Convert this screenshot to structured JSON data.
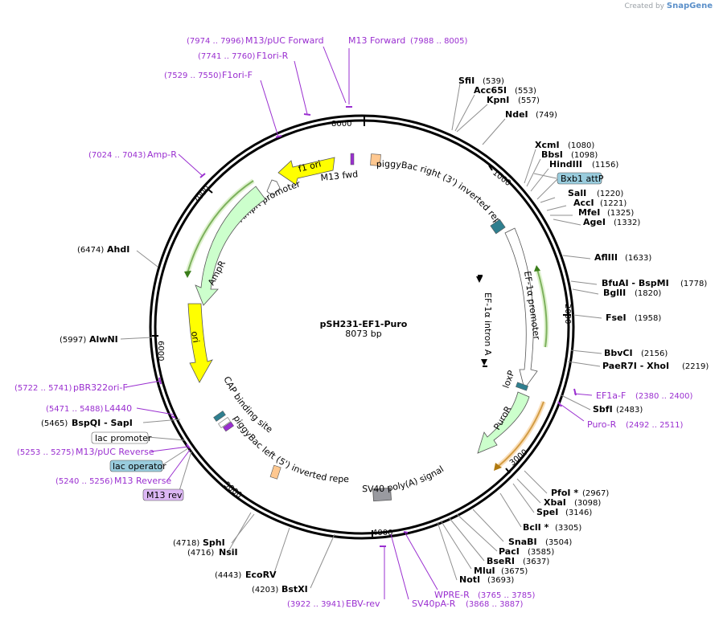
{
  "branding": {
    "created_by": "Created by",
    "product": "SnapGene"
  },
  "plasmid": {
    "name": "pSH231-EF1-Puro",
    "size": "8073 bp"
  },
  "scale_ticks": [
    "1000",
    "2000",
    "3000",
    "4000",
    "5000",
    "6000",
    "7000",
    "8000"
  ],
  "enzymes": [
    {
      "name": "SfiI",
      "pos": "(539)"
    },
    {
      "name": "Acc65I",
      "pos": "(553)"
    },
    {
      "name": "KpnI",
      "pos": "(557)"
    },
    {
      "name": "NdeI",
      "pos": "(749)"
    },
    {
      "name": "XcmI",
      "pos": "(1080)"
    },
    {
      "name": "BbsI",
      "pos": "(1098)"
    },
    {
      "name": "HindIII",
      "pos": "(1156)"
    },
    {
      "name": "SalI",
      "pos": "(1220)"
    },
    {
      "name": "AccI",
      "pos": "(1221)"
    },
    {
      "name": "MfeI",
      "pos": "(1325)"
    },
    {
      "name": "AgeI",
      "pos": "(1332)"
    },
    {
      "name": "AflIII",
      "pos": "(1633)"
    },
    {
      "name": "BfuAI - BspMI",
      "pos": "(1778)"
    },
    {
      "name": "BglII",
      "pos": "(1820)"
    },
    {
      "name": "FseI",
      "pos": "(1958)"
    },
    {
      "name": "BbvCI",
      "pos": "(2156)"
    },
    {
      "name": "PaeR7I - XhoI",
      "pos": "(2219)"
    },
    {
      "name": "SbfI",
      "pos": "(2483)"
    },
    {
      "name": "PfoI *",
      "pos": "(2967)"
    },
    {
      "name": "XbaI",
      "pos": "(3098)"
    },
    {
      "name": "SpeI",
      "pos": "(3146)"
    },
    {
      "name": "BclI *",
      "pos": "(3305)"
    },
    {
      "name": "SnaBI",
      "pos": "(3504)"
    },
    {
      "name": "PacI",
      "pos": "(3585)"
    },
    {
      "name": "BseRI",
      "pos": "(3637)"
    },
    {
      "name": "MluI",
      "pos": "(3675)"
    },
    {
      "name": "NotI",
      "pos": "(3693)"
    },
    {
      "name": "BstXI",
      "pos": "(4203)"
    },
    {
      "name": "EcoRV",
      "pos": "(4443)"
    },
    {
      "name": "NsiI",
      "pos": "(4716)"
    },
    {
      "name": "SphI",
      "pos": "(4718)"
    },
    {
      "name": "BspQI - SapI",
      "pos": "(5465)"
    },
    {
      "name": "AlwNI",
      "pos": "(5997)"
    },
    {
      "name": "AhdI",
      "pos": "(6474)"
    }
  ],
  "primers": [
    {
      "name": "M13/pUC Forward",
      "range": "(7974 .. 7996)"
    },
    {
      "name": "M13 Forward",
      "range": "(7988 .. 8005)"
    },
    {
      "name": "F1ori-R",
      "range": "(7741 .. 7760)"
    },
    {
      "name": "F1ori-F",
      "range": "(7529 .. 7550)"
    },
    {
      "name": "Amp-R",
      "range": "(7024 .. 7043)"
    },
    {
      "name": "pBR322ori-F",
      "range": "(5722 .. 5741)"
    },
    {
      "name": "L4440",
      "range": "(5471 .. 5488)"
    },
    {
      "name": "M13/pUC Reverse",
      "range": "(5253 .. 5275)"
    },
    {
      "name": "M13 Reverse",
      "range": "(5240 .. 5256)"
    },
    {
      "name": "EF1a-F",
      "range": "(2380 .. 2400)"
    },
    {
      "name": "Puro-R",
      "range": "(2492 .. 2511)"
    },
    {
      "name": "WPRE-R",
      "range": "(3765 .. 3785)"
    },
    {
      "name": "SV40pA-R",
      "range": "(3868 .. 3887)"
    },
    {
      "name": "EBV-rev",
      "range": "(3922 .. 3941)"
    }
  ],
  "boxed_features": [
    "Bxb1 attP",
    "lac promoter",
    "lac operator",
    "M13 rev"
  ],
  "features": {
    "f1_ori": "f1 ori",
    "m13_fwd": "M13 fwd",
    "ampr_promoter": "AmpR promoter",
    "ampr": "AmpR",
    "ori": "ori",
    "pb_right": "piggyBac right (3') inverted repeat",
    "ef1a_promoter": "EF-1α promoter",
    "ef1a_intron": "EF-1α intron A",
    "loxp": "loxP",
    "puror": "PuroR",
    "sv40": "SV40 poly(A) signal",
    "cap": "CAP binding site",
    "pb_left": "piggyBac left (5') inverted repeat"
  },
  "colors": {
    "primer": "#9a2fd0",
    "yellow_feature": "#ffff00",
    "green_feature": "#ccffcc",
    "box_fill": "#99ccdd",
    "m13rev_fill": "#ddb8f5",
    "ampr_overlay": "#3a7d1a",
    "puro_overlay": "#b07a10"
  }
}
